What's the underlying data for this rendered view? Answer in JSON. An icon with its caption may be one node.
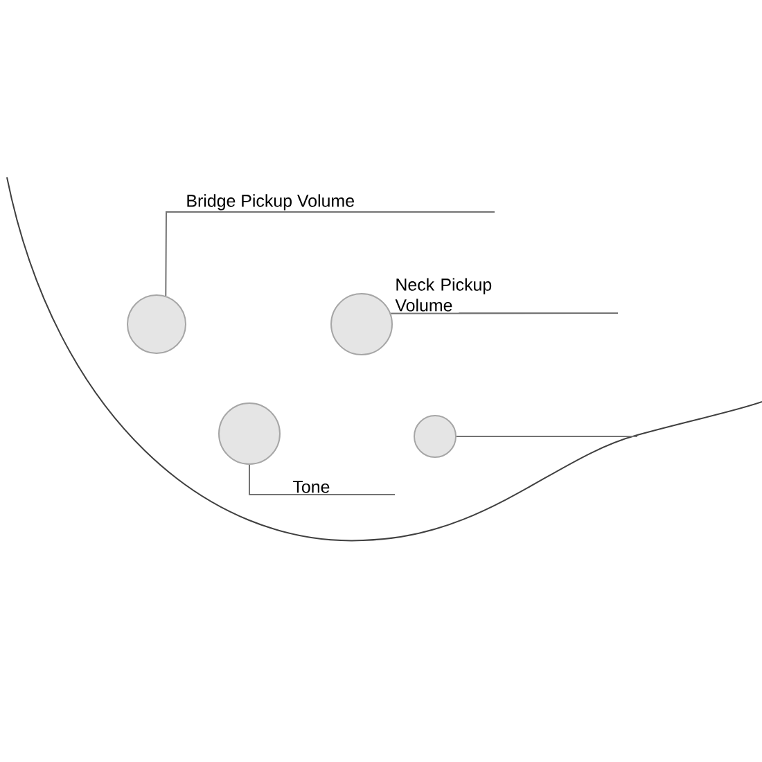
{
  "diagram": {
    "nodes": [
      {
        "text": [
          "Bridge Pickup Volume"
        ]
      },
      {
        "text": [],
        "shape": "circle"
      },
      {
        "text": [
          "Neck Pickup Volume"
        ]
      },
      {
        "text": [],
        "shape": "circle"
      },
      {
        "text": [],
        "shape": "circle"
      },
      {
        "text": [
          "Tone"
        ]
      },
      {
        "text": [],
        "shape": "circle"
      }
    ],
    "edges": [
      {
        "from": 0,
        "to": 1,
        "arrow": "none"
      },
      {
        "from": 2,
        "to": 3,
        "arrow": "none"
      },
      {
        "from": 5,
        "to": 4,
        "arrow": "none"
      },
      {
        "from": 6,
        "to": null,
        "arrow": "none"
      }
    ]
  }
}
